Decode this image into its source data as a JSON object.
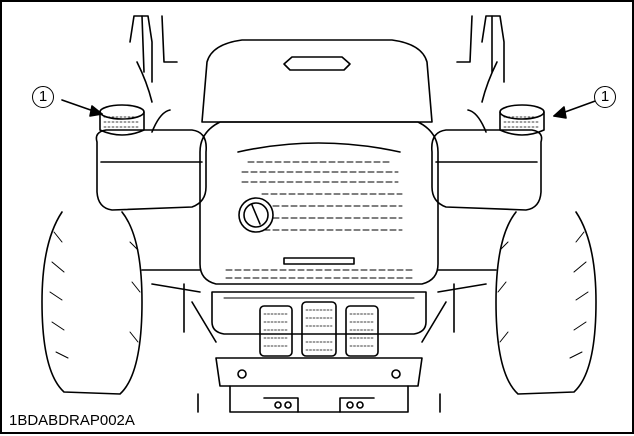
{
  "figure": {
    "code": "1BDABDRAP002A",
    "callouts": [
      {
        "label": "1",
        "target": "fuel-tank-cap-left"
      },
      {
        "label": "1",
        "target": "fuel-tank-cap-right"
      }
    ]
  },
  "colors": {
    "line": "#000000",
    "background": "#ffffff"
  }
}
